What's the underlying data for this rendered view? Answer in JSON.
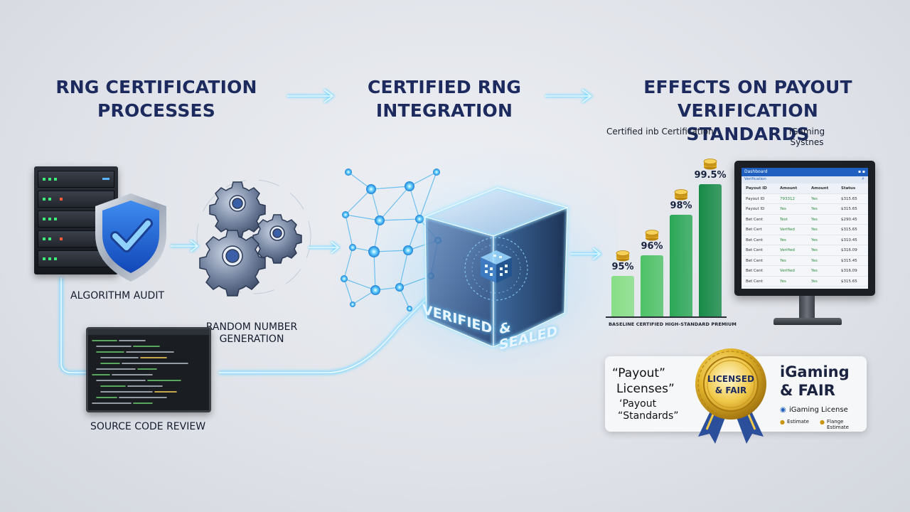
{
  "headings": {
    "left": "RNG CERTIFICATION\nPROCESSES",
    "middle": "CERTIFIED RNG\nINTEGRATION",
    "right": "EFFECTS ON PAYOUT\nVERIFICATION STANDARDS"
  },
  "steps": {
    "algorithm_audit": "ALGORITHM AUDIT",
    "random_number_generation": "RANDOM NUMBER\nGENERATION",
    "source_code_review": "SOURCE CODE REVIEW"
  },
  "cube": {
    "label_left": "VERIFIED",
    "label_right": "& SEALED"
  },
  "chart_data": {
    "type": "bar",
    "title": "Certified inb Certification",
    "categories_label": "BASELINE CERTIFIED HIGH-STANDARD PREMIUM",
    "categories": [
      "BASELINE",
      "CERTIFIED",
      "HIGH-STANDARD",
      "PREMIUM"
    ],
    "values": [
      95,
      96,
      98,
      99.5
    ],
    "value_labels": [
      "95%",
      "96%",
      "98%",
      "99.5%"
    ],
    "ylim": [
      93,
      100
    ],
    "colors": [
      "#86de85",
      "#4dc266",
      "#2aa756",
      "#168a46"
    ]
  },
  "monitor": {
    "caption": "iGaming\nSystnes",
    "header_title": "Dashboard",
    "tab": "Verification",
    "columns": [
      "Payout ID",
      "Amount",
      "Amount",
      "Status"
    ],
    "rows": [
      [
        "Payout ID",
        "793312",
        "Yes",
        "$315.65"
      ],
      [
        "Payout ID",
        "Yes",
        "Yes",
        "$315.65"
      ],
      [
        "Bet Cent",
        "Test",
        "Yes",
        "$290.45"
      ],
      [
        "Bet Cert",
        "Verified",
        "Yes",
        "$315.65"
      ],
      [
        "Bet Cent",
        "Yes",
        "Yes",
        "$310.45"
      ],
      [
        "Bet Cent",
        "Verified",
        "Yes",
        "$316.09"
      ],
      [
        "Bet Cent",
        "Yes",
        "Yes",
        "$315.45"
      ],
      [
        "Bet Cent",
        "Verified",
        "Yes",
        "$316.09"
      ],
      [
        "Bet Cent",
        "Yes",
        "Yes",
        "$315.65"
      ]
    ]
  },
  "license_card": {
    "quote_line1": "“Payout”",
    "quote_line2": "Licenses”",
    "quote_line3": "‘Payout",
    "quote_line4": "“Standards”",
    "badge_line1": "LICENSED",
    "badge_line2": "& FAIR",
    "brand_line1": "iGaming",
    "brand_line2": "& FAIR",
    "license_label": "iGaming License",
    "footer_left": "Estimate",
    "footer_right": "Flange Estimate"
  },
  "colors": {
    "heading": "#1c2a5e",
    "accent_glow": "#5ec8ff",
    "shield": "#1e6ddf",
    "gear": "#4b5d7c",
    "gold": "#d9a81e",
    "ribbon": "#2c4f9c"
  }
}
